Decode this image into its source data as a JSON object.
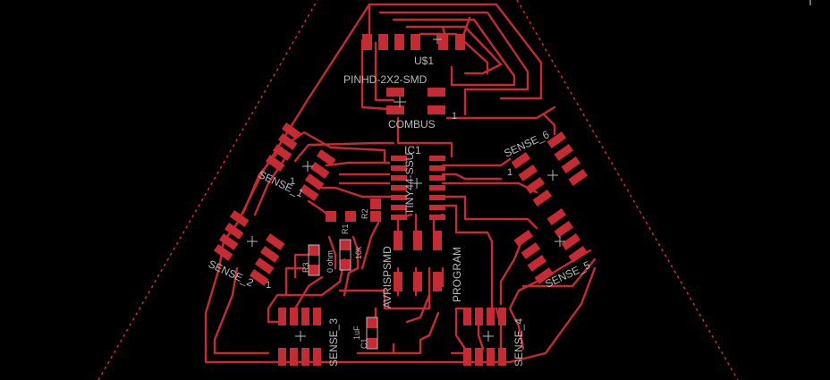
{
  "labels": {
    "u1": "U$1",
    "pinhd": "PINHD-2X2-SMD",
    "combus": "COMBUS",
    "ic1": "IC1",
    "ic1_value": "TINY44-SSU",
    "sense_1": "SENSE_1",
    "sense_2": "SENSE_2",
    "sense_3": "SENSE_3",
    "sense_4": "SENSE_4",
    "sense_5": "SENSE_5",
    "sense_6": "SENSE_6",
    "avrispsmd": "AVRISPSMD",
    "program": "PROGRAM",
    "r1": "R1",
    "r1_value": "10k",
    "r2": "R2",
    "r3": "R3",
    "r3_value": "0 ohm",
    "c1": "C1",
    "c1_value": "1uF",
    "pin1_a": "1",
    "pin1_b": "1",
    "pin1_c": "1",
    "pin1_d": "1"
  },
  "colors": {
    "background": "#000000",
    "copper": "#c62a33",
    "silkscreen": "#b8b8b8"
  }
}
